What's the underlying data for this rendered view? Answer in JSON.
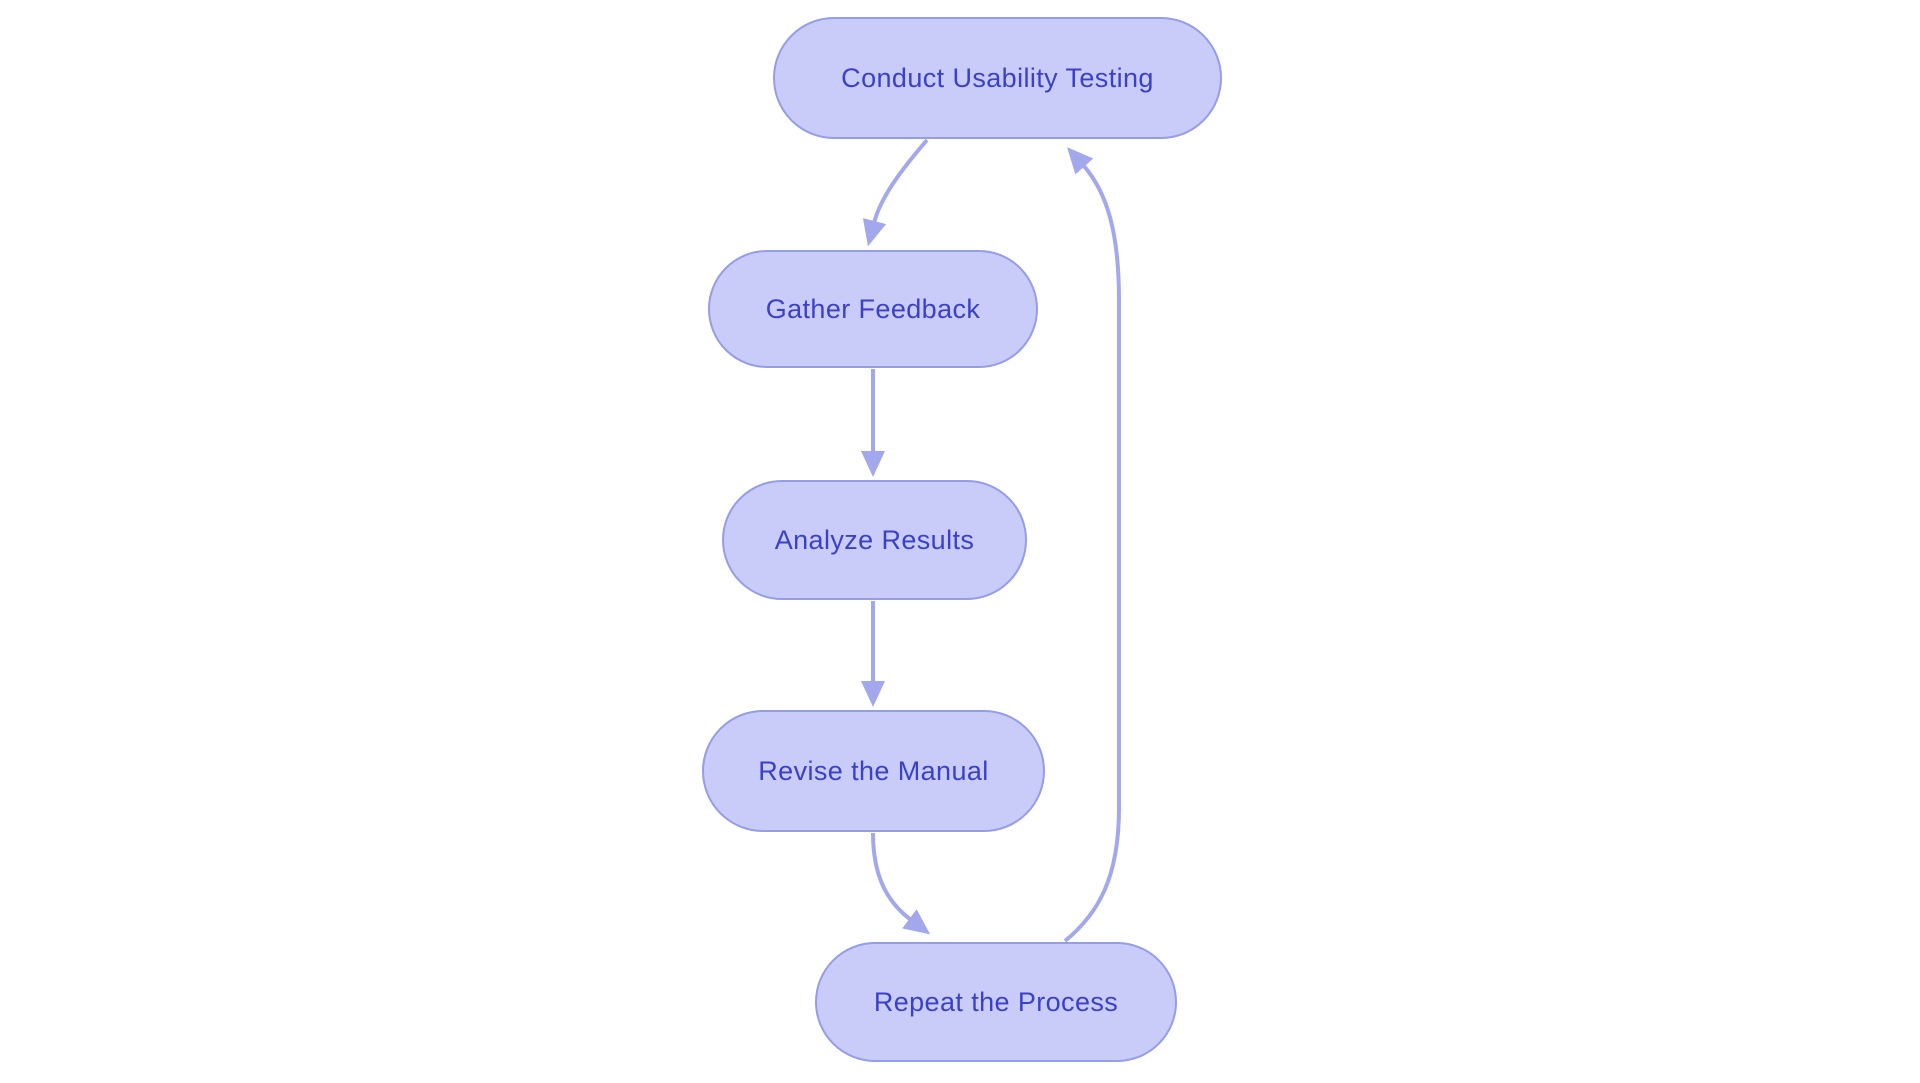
{
  "diagram": {
    "type": "flowchart",
    "direction": "top-down",
    "nodes": [
      {
        "id": "conduct",
        "label": "Conduct Usability Testing"
      },
      {
        "id": "gather",
        "label": "Gather Feedback"
      },
      {
        "id": "analyze",
        "label": "Analyze Results"
      },
      {
        "id": "revise",
        "label": "Revise the Manual"
      },
      {
        "id": "repeat",
        "label": "Repeat the Process"
      }
    ],
    "edges": [
      {
        "from": "conduct",
        "to": "gather"
      },
      {
        "from": "gather",
        "to": "analyze"
      },
      {
        "from": "analyze",
        "to": "revise"
      },
      {
        "from": "revise",
        "to": "repeat"
      },
      {
        "from": "repeat",
        "to": "conduct",
        "note": "loop back to start"
      }
    ],
    "colors": {
      "background": "#FFFFFF",
      "node_fill": "#C9CCF8",
      "node_border": "#959CE9",
      "node_text": "#3B40C8",
      "arrow": "#A3A8ED"
    }
  }
}
